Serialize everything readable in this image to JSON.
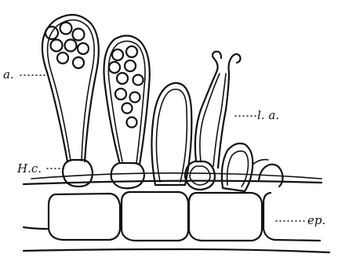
{
  "figure": {
    "labels": {
      "ascus": "a.",
      "ascogenous_cell": "H.c.",
      "young_ascus": "l. a.",
      "epidermis": "ep."
    }
  }
}
